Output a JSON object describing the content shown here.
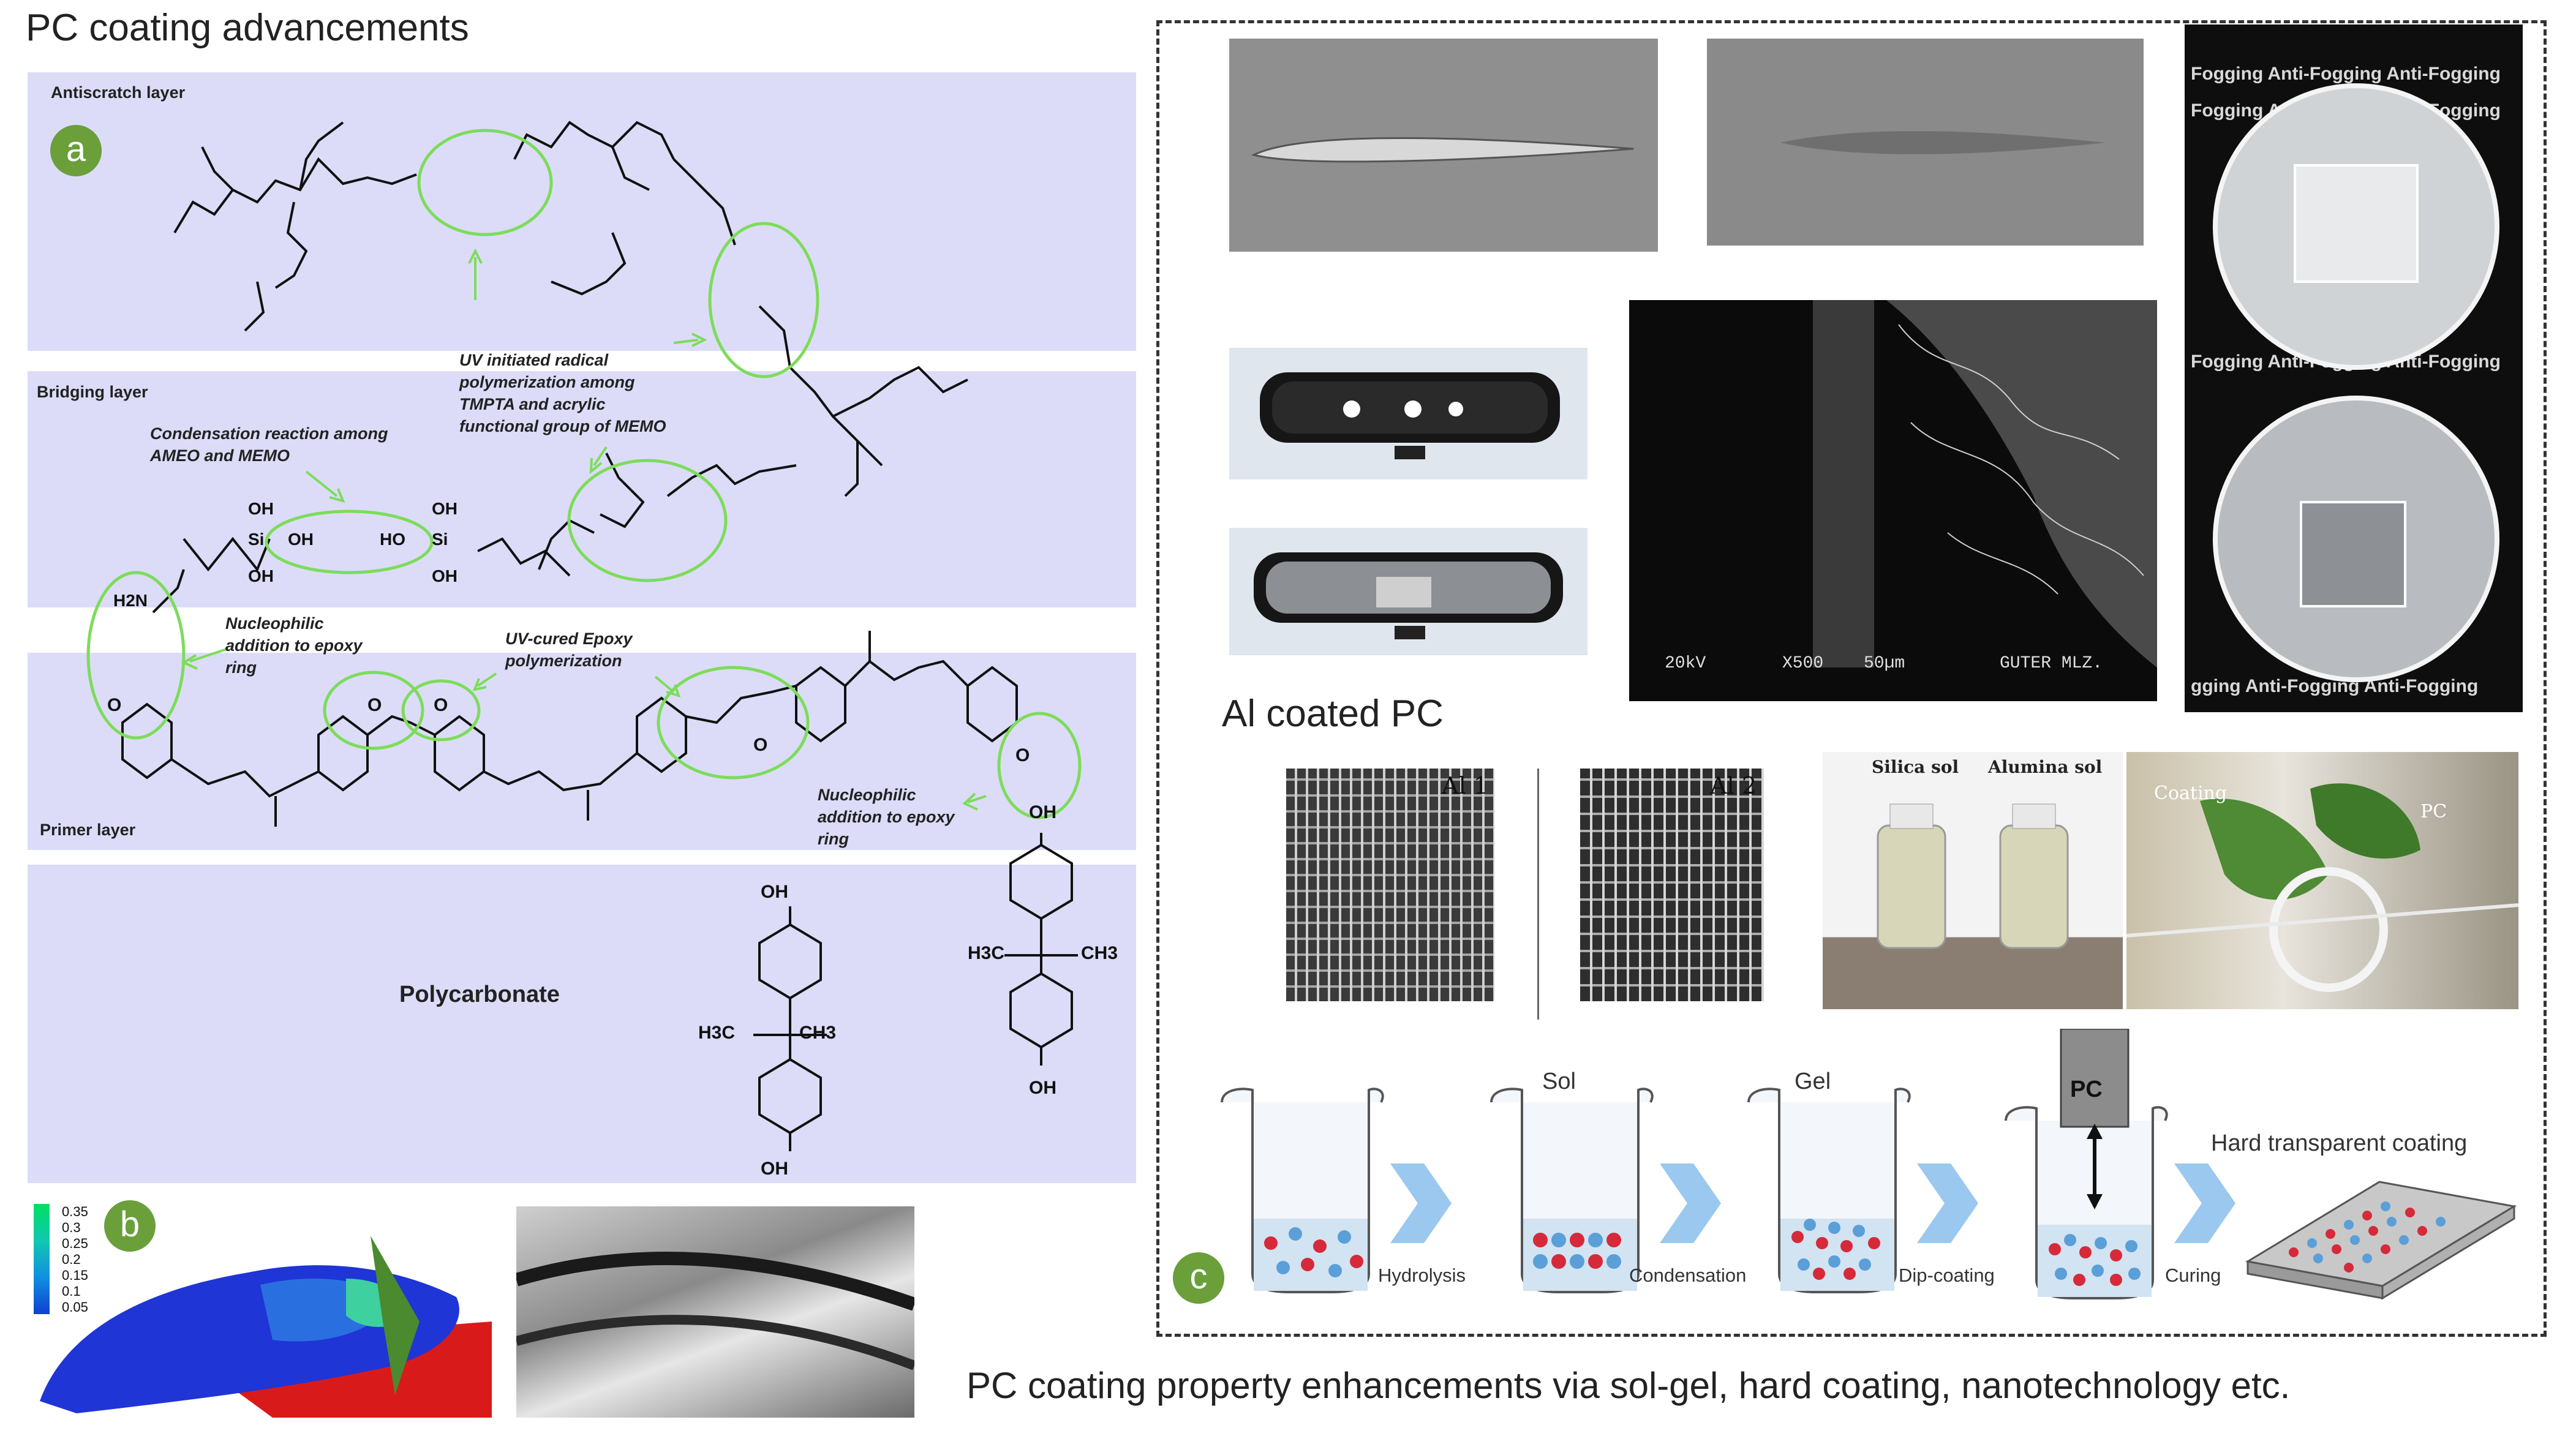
{
  "title": "PC coating advancements",
  "caption": "PC coating property enhancements via sol-gel, hard coating, nanotechnology etc.",
  "panel_a": {
    "badge": "a",
    "layers": {
      "antiscratch": "Antiscratch layer",
      "bridging": "Bridging layer",
      "primer": "Primer layer",
      "polycarbonate": "Polycarbonate"
    },
    "annotations": {
      "uv_radical": [
        "UV initiated radical",
        "polymerization among",
        "TMPTA and acrylic",
        "functional group of MEMO"
      ],
      "condensation": [
        "Condensation reaction among",
        "AMEO and MEMO"
      ],
      "nucleophilic_left": [
        "Nucleophilic",
        "addition to epoxy",
        "ring"
      ],
      "uv_epoxy": [
        "UV-cured Epoxy",
        "polymerization"
      ],
      "nucleophilic_right": [
        "Nucleophilic",
        "addition to epoxy",
        "ring"
      ]
    },
    "atoms": {
      "oh": "OH",
      "si": "Si",
      "ho": "HO",
      "h2n": "H2N",
      "o": "O",
      "h3c": "H3C",
      "ch3": "CH3"
    }
  },
  "panel_b": {
    "badge": "b",
    "legend": [
      "0.35",
      "0.3",
      "0.25",
      "0.2",
      "0.15",
      "0.1",
      "0.05"
    ]
  },
  "panel_c": {
    "badge": "c",
    "al_coated": "Al coated PC",
    "sem_scale": {
      "kv": "20kV",
      "mag": "X500",
      "bar": "50µm",
      "lab": "GUTER MLZ."
    },
    "antifog_text": "Anti-Fogging",
    "bottles": {
      "silica": "Silica sol",
      "alumina": "Alumina sol"
    },
    "coating_photo": {
      "coating": "Coating",
      "pc": "PC"
    },
    "crosscut": {
      "left": "Al 1",
      "right": "Al 2"
    },
    "process": {
      "sol": "Sol",
      "gel": "Gel",
      "pc": "PC",
      "hard": "Hard transparent coating",
      "hydrolysis": "Hydrolysis",
      "condensation": "Condensation",
      "dip": "Dip-coating",
      "curing": "Curing"
    }
  },
  "colors": {
    "band": "#dcdcf8",
    "ellipse": "#7ddc5a",
    "badge": "#6a9f3a",
    "arrow": "#9ac8ee",
    "red": "#d62a3a",
    "blue": "#5a9fd8"
  }
}
